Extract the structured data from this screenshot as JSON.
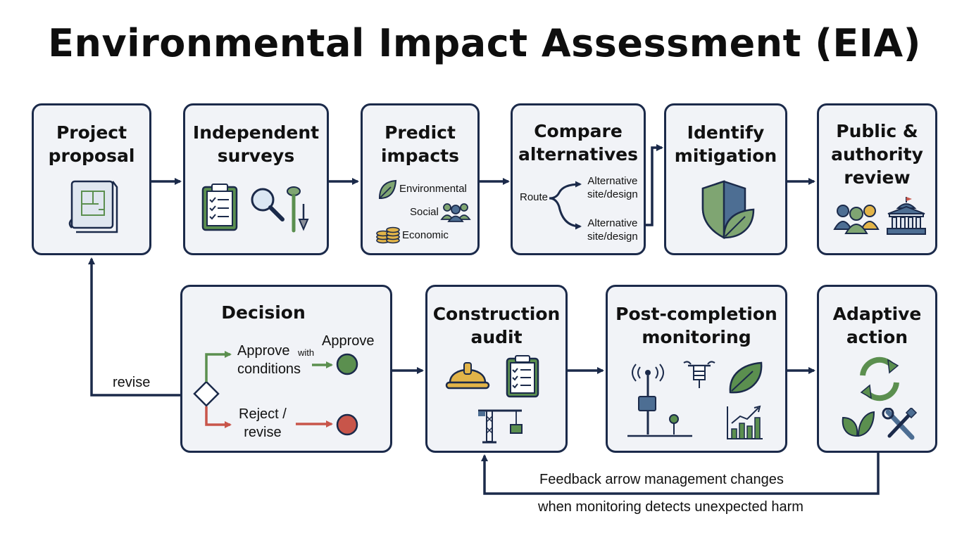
{
  "title": "Environmental Impact Assessment (EIA)",
  "steps": {
    "proposal": "Project\nproposal",
    "surveys": "Independent\nsurveys",
    "predict": "Predict\nimpacts",
    "compare": "Compare\nalternatives",
    "mitigation": "Identify\nmitigation",
    "review": "Public &\nauthority\nreview",
    "decision": "Decision",
    "construction": "Construction\naudit",
    "monitoring": "Post-completion\nmonitoring",
    "adaptive": "Adaptive\naction"
  },
  "impacts": {
    "environmental": "Environmental",
    "social": "Social",
    "economic": "Economic"
  },
  "alternatives": {
    "route": "Route",
    "alt1": "Alternative\nsite/design",
    "alt2": "Alternative\nsite/design"
  },
  "decision_options": {
    "approve_conditions": "Approve",
    "with": "with",
    "conditions": "conditions",
    "approve": "Approve",
    "reject": "Reject /\nrevise"
  },
  "revise_label": "revise",
  "feedback": {
    "line1": "Feedback arrow management changes",
    "line2": "when monitoring detects unexpected harm"
  },
  "colors": {
    "border": "#1b2a4a",
    "box_bg": "#f1f3f7",
    "green": "#5b8f4f",
    "red": "#c8554a",
    "blue": "#4d6e93",
    "gold": "#e2b448"
  },
  "icons": [
    "blueprint-icon",
    "clipboard-icon",
    "magnifier-icon",
    "soil-sampler-icon",
    "leaf-icon",
    "people-icon",
    "coins-icon",
    "shield-leaf-icon",
    "audience-icon",
    "government-building-icon",
    "hard-hat-icon",
    "checklist-icon",
    "crane-icon",
    "sensor-tower-icon",
    "drone-icon",
    "growth-chart-icon",
    "cycle-arrows-icon",
    "wrench-screwdriver-icon"
  ]
}
